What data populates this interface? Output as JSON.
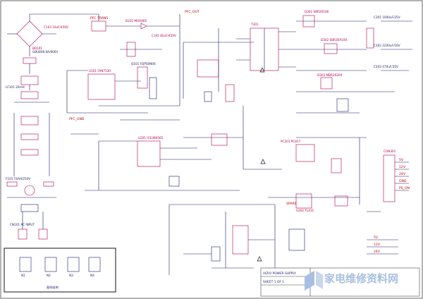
{
  "bridge": {
    "ref": "BD101",
    "part": "GBU808 8A/800V"
  },
  "primary": {
    "cap_input": "C103 33uF/450V",
    "pfc_choke": "PFC TRANS",
    "pfc_diode": "D102 MUR460",
    "pfc_ic": "U101 FAN7530",
    "mosfet": "Q101 FQP50N06",
    "bulk_cap": "C105 82uF/450V"
  },
  "labels": {
    "pfc_out": "PFC_OUT",
    "pfc_gnd": "PFC_GND",
    "spare": "SPARE",
    "ps_on": "PS_ON",
    "v5": "5V",
    "v12": "12V",
    "v24": "24V",
    "gnd": "GND",
    "connector": "CON301",
    "transformer": "T301",
    "standby_ic": "U201 ICE3B0565",
    "optocoupler": "PC201 PC817",
    "shunt": "U202 TL431",
    "choke": "LF101 20mH",
    "fuse": "F101 T4AH/250V",
    "ac_in": "CN101 AC INPUT",
    "legend": "图例说明",
    "doc_title": "VIZIO POWER SUPPLY",
    "doc_sheet": "SHEET 1 OF 1",
    "watermark": "家电维修资料网"
  },
  "secondary": {
    "out1": "D301 SBR20100",
    "out2": "D302 SBR30A100",
    "out3": "D303 MBR20200",
    "cap1": "C301 1000uF/25V",
    "cap2": "C302 2200uF/16V",
    "cap3": "C303 470uF/35V"
  },
  "legend_items": [
    "N1",
    "N2",
    "N3",
    "N4"
  ],
  "colors": {
    "wire": "#1a1a6e",
    "part": "#b0004a",
    "net": "#c00000",
    "frame": "#444444"
  }
}
